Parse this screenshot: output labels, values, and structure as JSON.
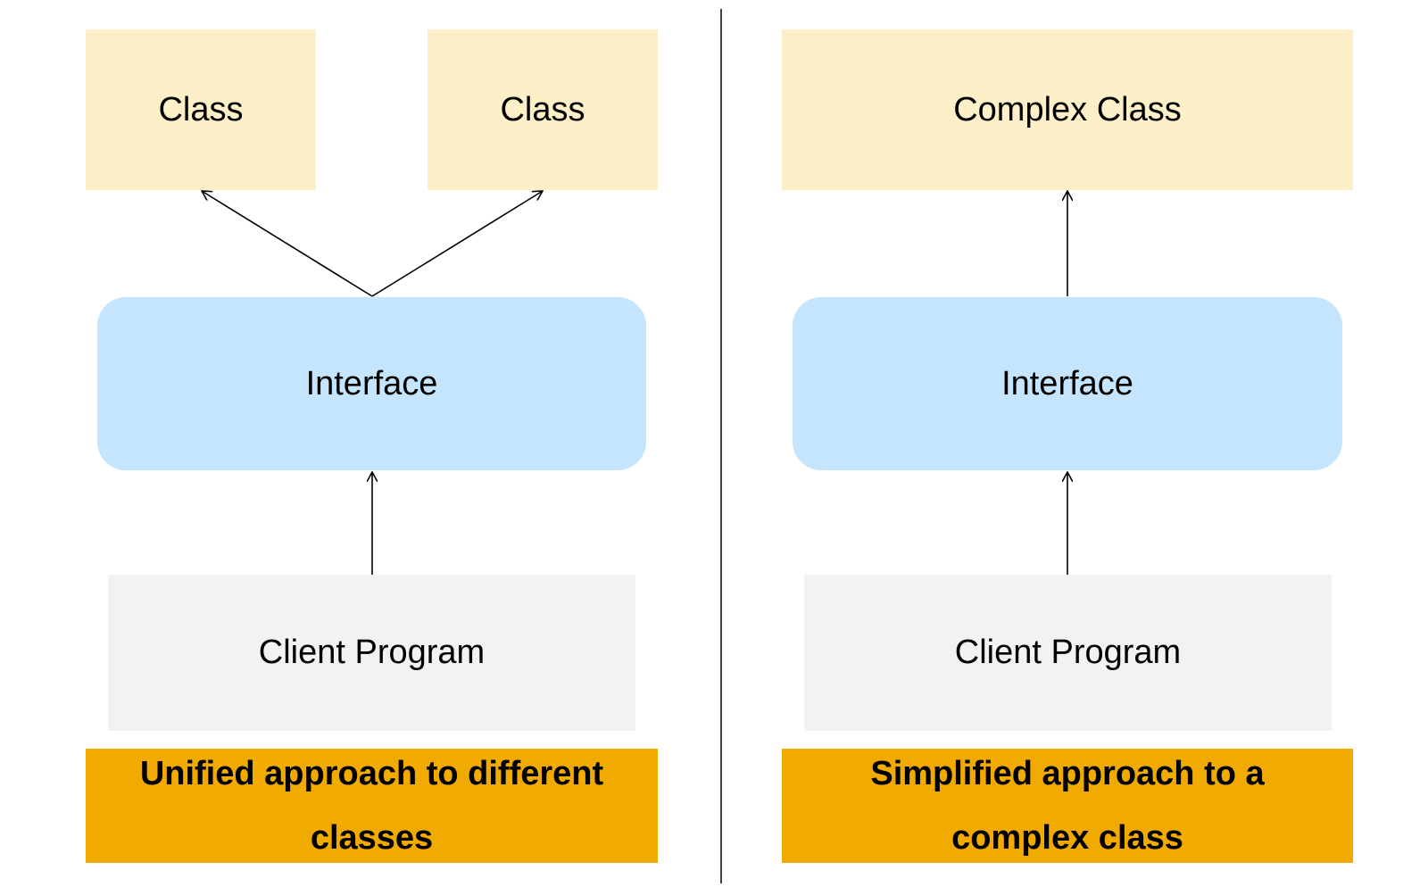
{
  "left_panel": {
    "class_left": "Class",
    "class_right": "Class",
    "interface": "Interface",
    "client": "Client Program",
    "caption": "Unified approach to different classes"
  },
  "right_panel": {
    "complex_class": "Complex Class",
    "interface": "Interface",
    "client": "Client Program",
    "caption": "Simplified approach to a complex class"
  },
  "colors": {
    "class_fill": "#fdefc7",
    "interface_fill": "#c4e5fd",
    "client_fill": "#f2f2f2",
    "caption_fill": "#f0aa00"
  }
}
